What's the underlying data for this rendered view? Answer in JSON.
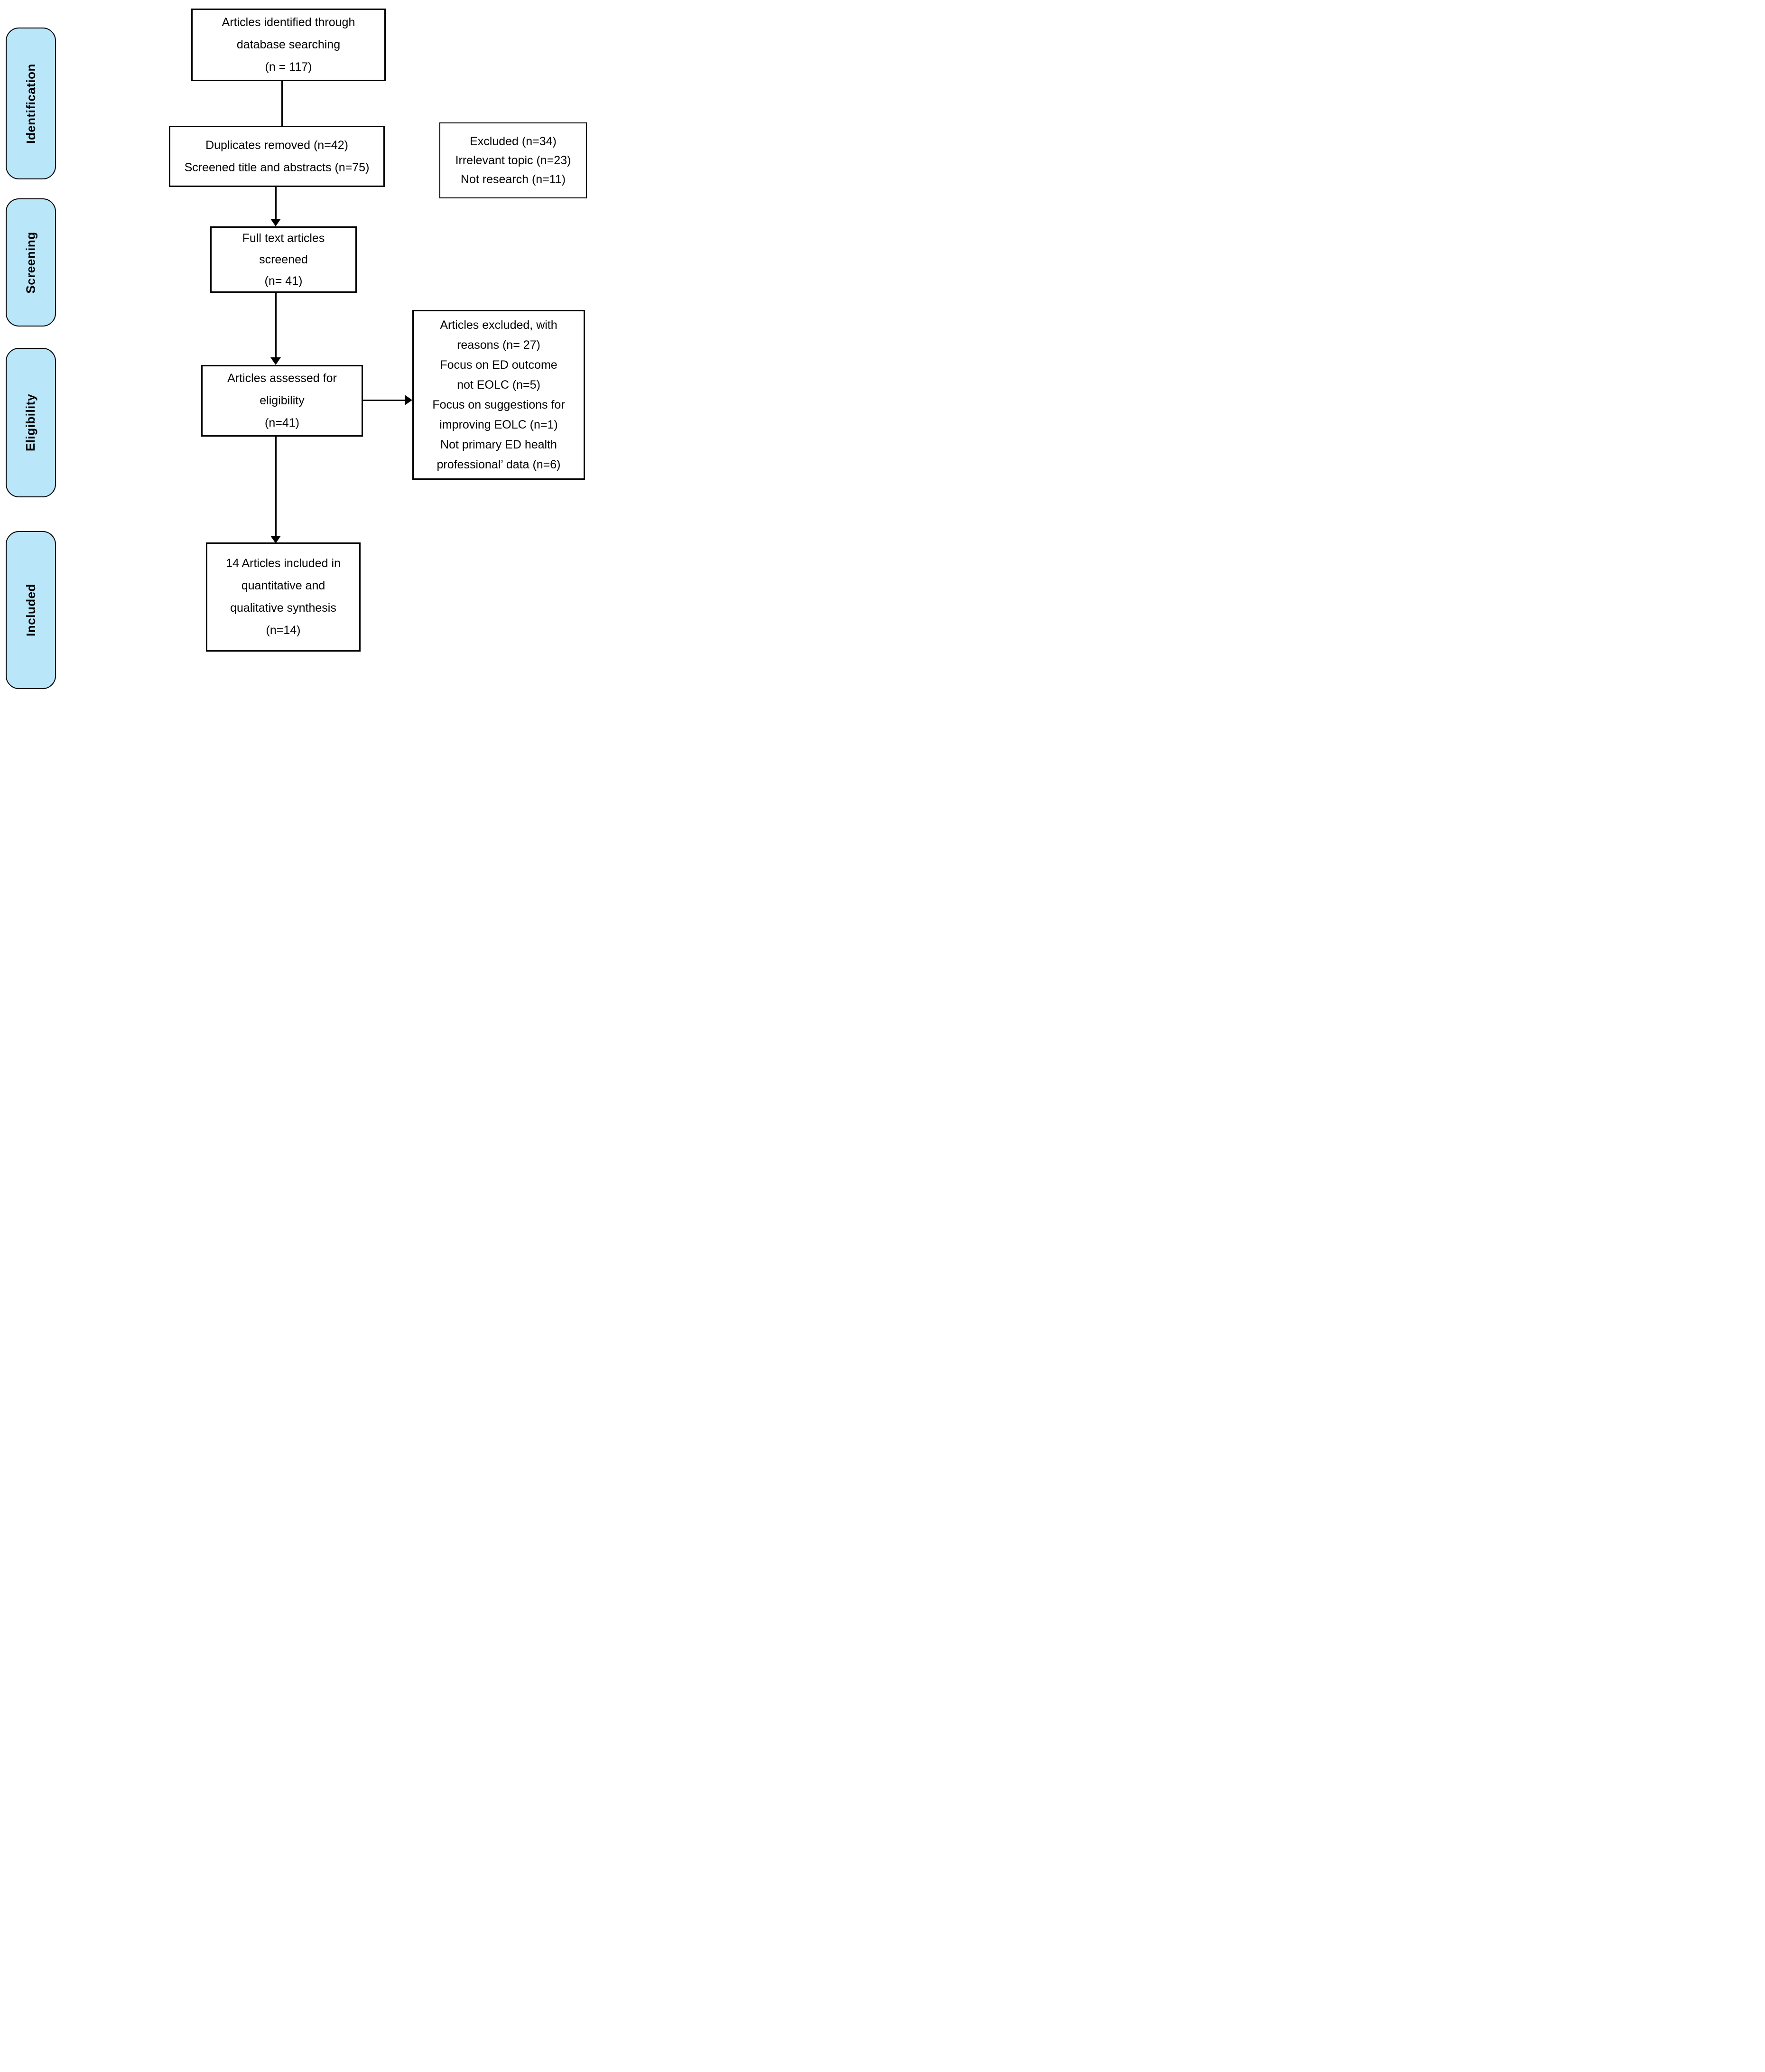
{
  "diagram": {
    "type": "prisma-flowchart",
    "colors": {
      "stage_fill": "#BAE6FA",
      "stage_border": "#000000",
      "box_fill": "#FFFFFF",
      "box_border": "#000000",
      "arrow": "#000000",
      "background": "#FFFFFF"
    },
    "stages": [
      {
        "id": "identification",
        "label": "Identification"
      },
      {
        "id": "screening",
        "label": "Screening"
      },
      {
        "id": "eligibility",
        "label": "Eligibility"
      },
      {
        "id": "included",
        "label": "Included"
      }
    ],
    "flow_boxes": [
      {
        "id": "identified",
        "lines": [
          "Articles identified through",
          "database searching",
          "(n = 117)"
        ]
      },
      {
        "id": "duplicates",
        "lines": [
          "Duplicates removed (n=42)",
          "Screened title and abstracts (n=75)"
        ]
      },
      {
        "id": "fulltext",
        "lines": [
          "Full text articles",
          "screened",
          "(n= 41)"
        ]
      },
      {
        "id": "assessed",
        "lines": [
          "Articles assessed for",
          "eligibility",
          "(n=41)"
        ]
      },
      {
        "id": "synthesis",
        "lines": [
          "14 Articles included in",
          "quantitative and",
          "qualitative synthesis",
          "(n=14)"
        ]
      }
    ],
    "exclusion_boxes": [
      {
        "id": "excluded-screening",
        "lines": [
          "Excluded (n=34)",
          "Irrelevant topic (n=23)",
          "Not research (n=11)"
        ]
      },
      {
        "id": "excluded-eligibility",
        "lines": [
          "Articles excluded, with",
          "reasons (n= 27)",
          "Focus on ED outcome",
          "not EOLC (n=5)",
          "Focus on suggestions for",
          "improving EOLC (n=1)",
          "Not primary ED health",
          "professional’ data (n=6)"
        ]
      }
    ]
  }
}
